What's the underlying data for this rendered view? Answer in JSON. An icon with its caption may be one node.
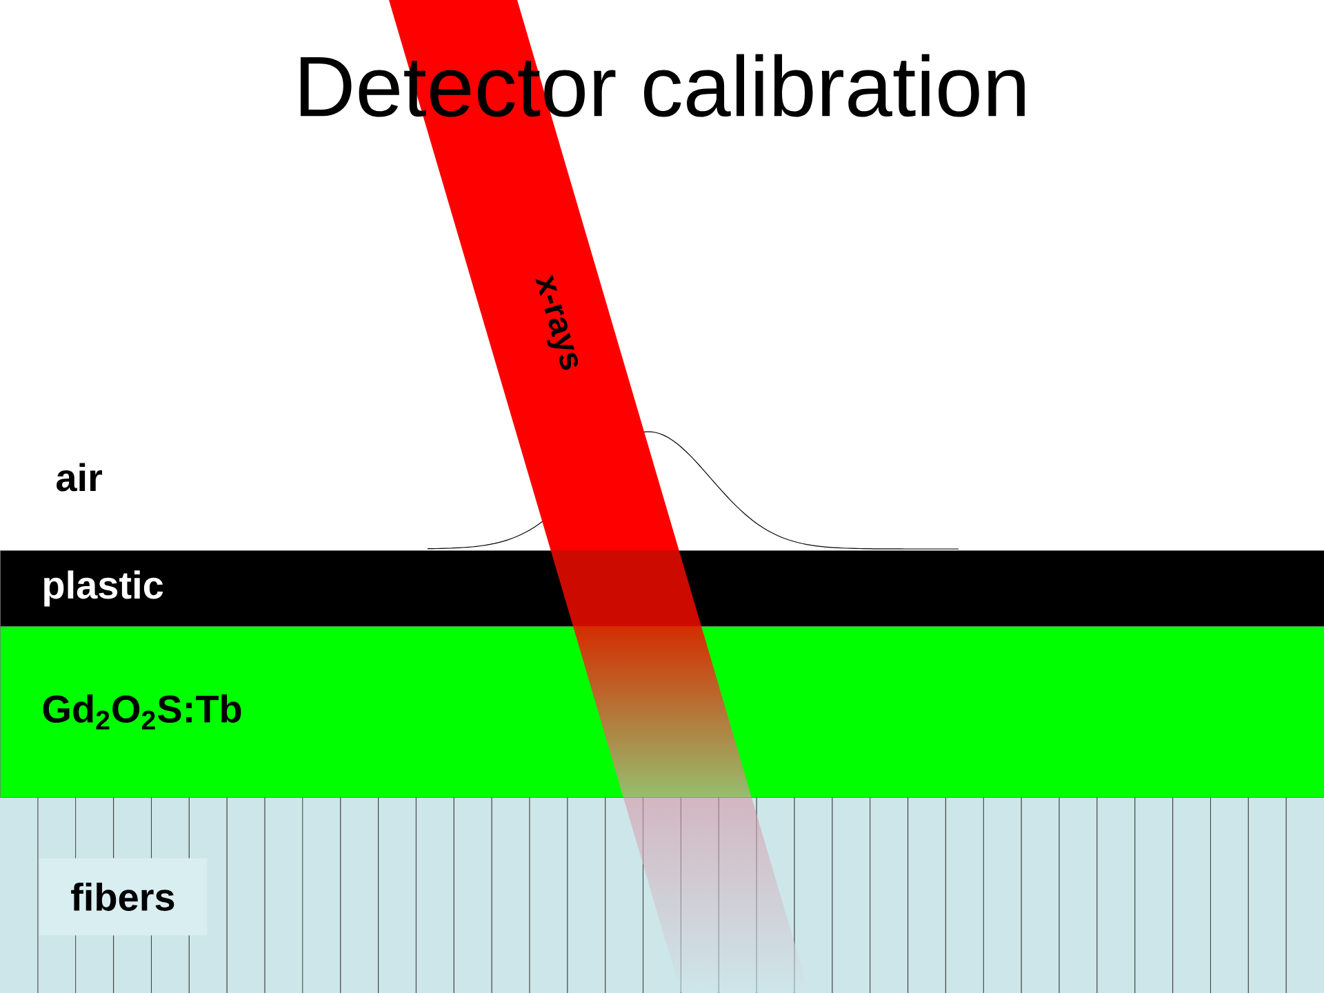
{
  "diagram": {
    "title": "Detector calibration",
    "nodes": [
      {
        "text": [
          "x-rays"
        ]
      },
      {
        "text": [
          "plastic"
        ]
      },
      {
        "text": [
          "Gd$_{2}$O$_{2}$S:Tb"
        ]
      },
      {
        "text": [
          "fibers"
        ]
      }
    ],
    "labels": [
      "air"
    ]
  }
}
